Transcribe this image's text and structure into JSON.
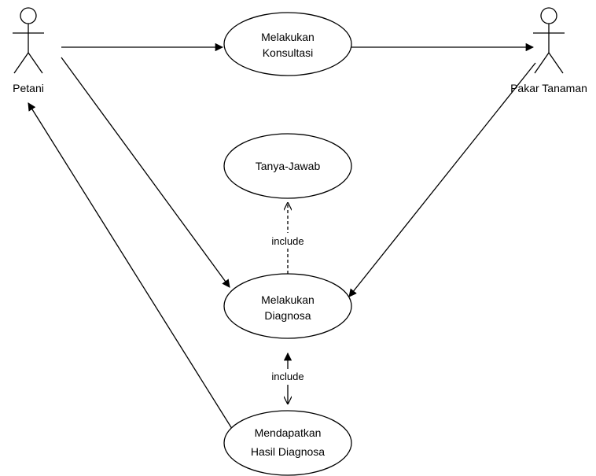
{
  "actors": {
    "petani": "Petani",
    "pakar_tanaman": "Pakar Tanaman"
  },
  "use_cases": {
    "konsultasi": {
      "line1": "Melakukan",
      "line2": "Konsultasi"
    },
    "tanya_jawab": {
      "line1": "Tanya-Jawab"
    },
    "diagnosa": {
      "line1": "Melakukan",
      "line2": "Diagnosa"
    },
    "hasil_diagnosa": {
      "line1": "Mendapatkan",
      "line2": "Hasil Diagnosa"
    }
  },
  "relations": {
    "include_tanya_jawab": "include",
    "include_hasil": "include"
  },
  "colors": {
    "stroke": "#000000",
    "background": "#ffffff"
  }
}
